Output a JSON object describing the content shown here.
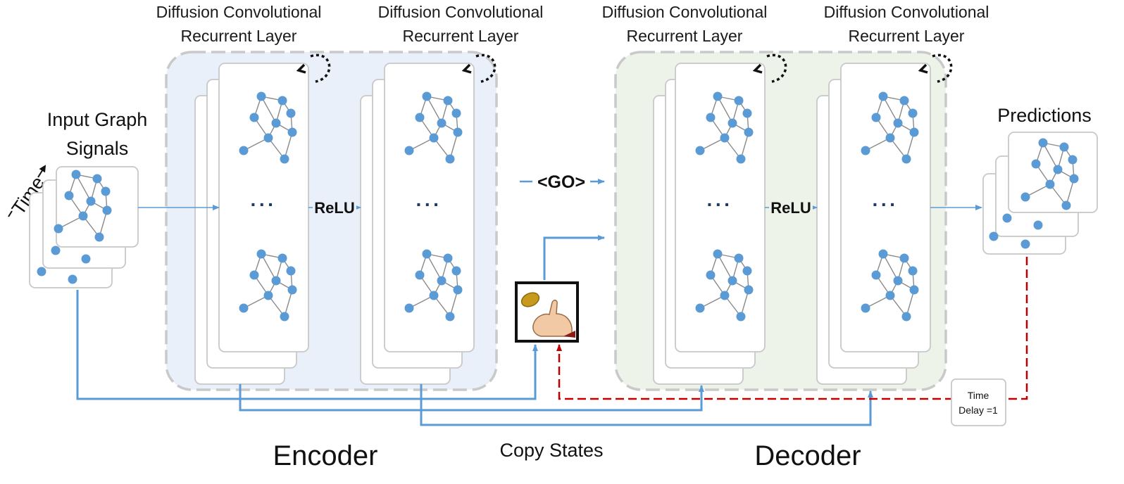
{
  "layers": {
    "encoder_layer_1": "Diffusion Convolutional Recurrent Layer",
    "encoder_layer_2": "Diffusion Convolutional Recurrent Layer",
    "decoder_layer_1": "Diffusion Convolutional Recurrent Layer",
    "decoder_layer_2": "Diffusion Convolutional Recurrent Layer",
    "encoder_relu": "ReLU",
    "decoder_relu": "ReLU",
    "ellipsis": "···"
  },
  "input": {
    "label_line1": "Input Graph",
    "label_line2": "Signals",
    "time_label": "Time"
  },
  "output": {
    "label": "Predictions"
  },
  "go_token": "<GO>",
  "copy_states": "Copy States",
  "time_delay": {
    "line1": "Time",
    "line2": "Delay =1"
  },
  "sections": {
    "encoder": "Encoder",
    "decoder": "Decoder"
  },
  "colors": {
    "encoder_bg": "#e9f0f9",
    "decoder_bg": "#eef3ea",
    "node": "#5b9bd5",
    "arrow": "#5b9bd5",
    "delay_arrow": "#c00000"
  }
}
